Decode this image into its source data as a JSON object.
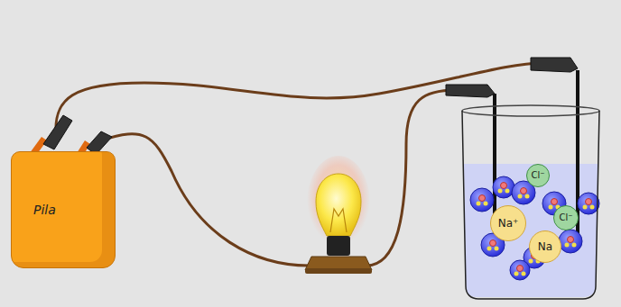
{
  "diagram": {
    "nodes": [
      {
        "text": [
          "Pila"
        ]
      },
      {
        "text": [
          "Cl⁻"
        ]
      },
      {
        "text": [
          "Cl⁻"
        ]
      },
      {
        "text": [
          "Na⁺"
        ]
      },
      {
        "text": [
          "Na"
        ]
      }
    ]
  }
}
